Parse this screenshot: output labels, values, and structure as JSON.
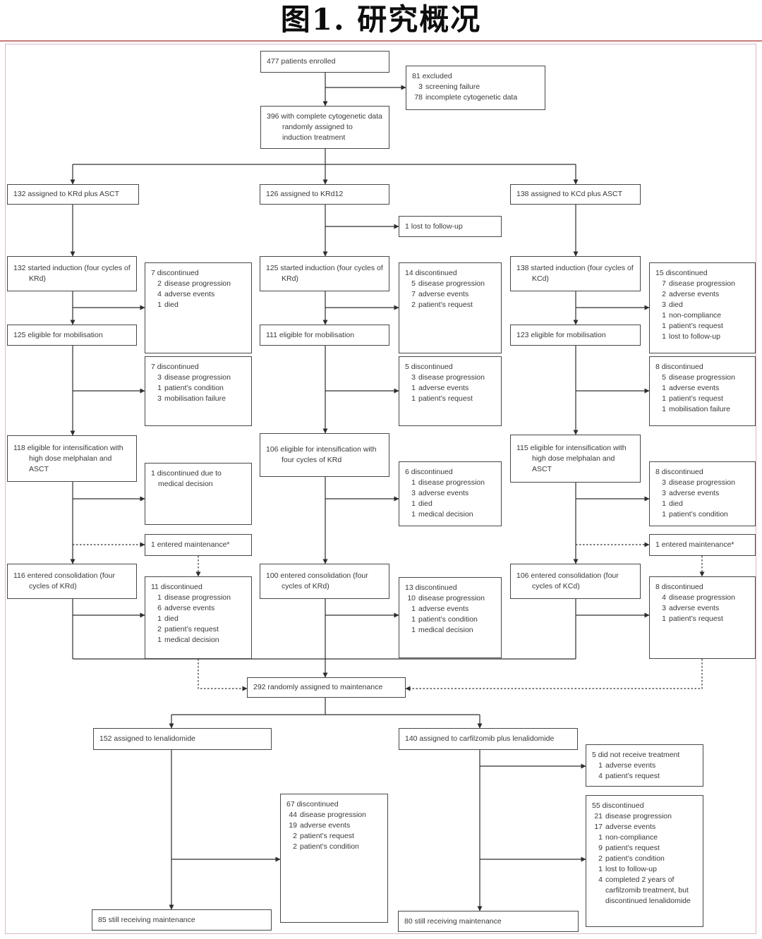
{
  "title": "图1. 研究概况",
  "colors": {
    "title_underline": "#c97c7c",
    "frame_border": "#dbb8c6",
    "box_border": "#474747",
    "text": "#383838",
    "connector": "#2d2d2d"
  },
  "boxes": {
    "enrolled": {
      "lines": [
        {
          "t": "477 patients enrolled"
        }
      ]
    },
    "excluded": {
      "lines": [
        {
          "t": "81 excluded"
        },
        {
          "n": "3",
          "t": "screening failure"
        },
        {
          "n": "78",
          "t": "incomplete cytogenetic data"
        }
      ]
    },
    "randomised": {
      "lines": [
        {
          "t": "396 with complete cytogenetic data randomly assigned to induction treatment",
          "hang": 22
        }
      ]
    },
    "armA": {
      "lines": [
        {
          "t": "132 assigned to KRd plus ASCT"
        }
      ]
    },
    "armB": {
      "lines": [
        {
          "t": "126 assigned to KRd12"
        }
      ]
    },
    "armC": {
      "lines": [
        {
          "t": "138 assigned to KCd plus ASCT"
        }
      ]
    },
    "lostfu": {
      "lines": [
        {
          "t": "1 lost to follow-up"
        }
      ]
    },
    "indA": {
      "lines": [
        {
          "t": "132 started induction (four cycles of KRd)",
          "hang": 22
        }
      ]
    },
    "indB": {
      "lines": [
        {
          "t": "125 started induction (four cycles of KRd)",
          "hang": 22
        }
      ]
    },
    "indC": {
      "lines": [
        {
          "t": "138 started induction (four cycles of KCd)",
          "hang": 22
        }
      ]
    },
    "discA1": {
      "lines": [
        {
          "t": "7 discontinued"
        },
        {
          "n": "2",
          "t": "disease progression"
        },
        {
          "n": "4",
          "t": "adverse events"
        },
        {
          "n": "1",
          "t": "died"
        }
      ]
    },
    "discB1": {
      "lines": [
        {
          "t": "14 discontinued"
        },
        {
          "n": "5",
          "t": "disease progression"
        },
        {
          "n": "7",
          "t": "adverse events"
        },
        {
          "n": "2",
          "t": "patient’s request"
        }
      ]
    },
    "discC1": {
      "lines": [
        {
          "t": "15 discontinued"
        },
        {
          "n": "7",
          "t": "disease progression"
        },
        {
          "n": "2",
          "t": "adverse events"
        },
        {
          "n": "3",
          "t": "died"
        },
        {
          "n": "1",
          "t": "non-compliance"
        },
        {
          "n": "1",
          "t": "patient’s request"
        },
        {
          "n": "1",
          "t": "lost to follow-up"
        }
      ]
    },
    "mobA": {
      "lines": [
        {
          "t": "125 eligible for mobilisation"
        }
      ]
    },
    "mobB": {
      "lines": [
        {
          "t": "111 eligible for mobilisation"
        }
      ]
    },
    "mobC": {
      "lines": [
        {
          "t": "123 eligible for mobilisation"
        }
      ]
    },
    "discA2": {
      "lines": [
        {
          "t": "7 discontinued"
        },
        {
          "n": "3",
          "t": "disease progression"
        },
        {
          "n": "1",
          "t": "patient’s condition"
        },
        {
          "n": "3",
          "t": "mobilisation failure"
        }
      ]
    },
    "discB2": {
      "lines": [
        {
          "t": "5 discontinued"
        },
        {
          "n": "3",
          "t": "disease progression"
        },
        {
          "n": "1",
          "t": "adverse events"
        },
        {
          "n": "1",
          "t": "patient’s request"
        }
      ]
    },
    "discC2": {
      "lines": [
        {
          "t": "8 discontinued"
        },
        {
          "n": "5",
          "t": "disease progression"
        },
        {
          "n": "1",
          "t": "adverse events"
        },
        {
          "n": "1",
          "t": "patient’s request"
        },
        {
          "n": "1",
          "t": "mobilisation failure"
        }
      ]
    },
    "intA": {
      "lines": [
        {
          "t": "118 eligible for intensification with high dose melphalan and ASCT",
          "hang": 22
        }
      ]
    },
    "intB": {
      "lines": [
        {
          "t": "106 eligible for intensification with four cycles of KRd",
          "hang": 22
        }
      ]
    },
    "intC": {
      "lines": [
        {
          "t": "115 eligible for intensification with high dose melphalan and ASCT",
          "hang": 22
        }
      ]
    },
    "discA3": {
      "lines": [
        {
          "t": "1 discontinued due to medical decision",
          "hang": 10
        }
      ]
    },
    "discB3": {
      "lines": [
        {
          "t": "6 discontinued"
        },
        {
          "n": "1",
          "t": "disease progression"
        },
        {
          "n": "3",
          "t": "adverse events"
        },
        {
          "n": "1",
          "t": "died"
        },
        {
          "n": "1",
          "t": "medical decision"
        }
      ]
    },
    "discC3": {
      "lines": [
        {
          "t": "8 discontinued"
        },
        {
          "n": "3",
          "t": "disease progression"
        },
        {
          "n": "3",
          "t": "adverse events"
        },
        {
          "n": "1",
          "t": "died"
        },
        {
          "n": "1",
          "t": "patient’s condition"
        }
      ]
    },
    "maintA1": {
      "lines": [
        {
          "t": "1 entered maintenance*"
        }
      ]
    },
    "maintC1": {
      "lines": [
        {
          "t": "1 entered maintenance*"
        }
      ]
    },
    "consA": {
      "lines": [
        {
          "t": "116 entered consolidation (four cycles of KRd)",
          "hang": 22
        }
      ]
    },
    "consB": {
      "lines": [
        {
          "t": "100 entered consolidation (four cycles of KRd)",
          "hang": 22
        }
      ]
    },
    "consC": {
      "lines": [
        {
          "t": "106 entered consolidation (four cycles of KCd)",
          "hang": 22
        }
      ]
    },
    "discA4": {
      "lines": [
        {
          "t": "11 discontinued"
        },
        {
          "n": "1",
          "t": "disease progression"
        },
        {
          "n": "6",
          "t": "adverse events"
        },
        {
          "n": "1",
          "t": "died"
        },
        {
          "n": "2",
          "t": "patient’s request"
        },
        {
          "n": "1",
          "t": "medical decision"
        }
      ]
    },
    "discB4": {
      "lines": [
        {
          "t": "13 discontinued"
        },
        {
          "n": "10",
          "t": "disease progression"
        },
        {
          "n": "1",
          "t": "adverse events"
        },
        {
          "n": "1",
          "t": "patient’s condition"
        },
        {
          "n": "1",
          "t": "medical decision"
        }
      ]
    },
    "discC4": {
      "lines": [
        {
          "t": "8 discontinued"
        },
        {
          "n": "4",
          "t": "disease progression"
        },
        {
          "n": "3",
          "t": "adverse events"
        },
        {
          "n": "1",
          "t": "patient’s request"
        }
      ]
    },
    "maint292": {
      "lines": [
        {
          "t": "292 randomly assigned to maintenance"
        }
      ]
    },
    "lenArm": {
      "lines": [
        {
          "t": "152 assigned to lenalidomide"
        }
      ]
    },
    "carfArm": {
      "lines": [
        {
          "t": "140 assigned to carfilzomib plus lenalidomide"
        }
      ]
    },
    "noTreat": {
      "lines": [
        {
          "t": "5 did not receive treatment"
        },
        {
          "n": "1",
          "t": "adverse events"
        },
        {
          "n": "4",
          "t": "patient’s request"
        }
      ]
    },
    "disc67": {
      "lines": [
        {
          "t": "67 discontinued"
        },
        {
          "n": "44",
          "t": "disease progression"
        },
        {
          "n": "19",
          "t": "adverse events"
        },
        {
          "n": "2",
          "t": "patient’s request"
        },
        {
          "n": "2",
          "t": "patient’s condition"
        }
      ]
    },
    "disc55": {
      "lines": [
        {
          "t": "55 discontinued"
        },
        {
          "n": "21",
          "t": "disease progression"
        },
        {
          "n": "17",
          "t": "adverse events"
        },
        {
          "n": "1",
          "t": "non-compliance"
        },
        {
          "n": "9",
          "t": "patient’s request"
        },
        {
          "n": "2",
          "t": "patient’s condition"
        },
        {
          "n": "1",
          "t": "lost to follow-up"
        },
        {
          "n": "4",
          "t": "completed 2 years of carfilzomib treatment, but discontinued lenalidomide"
        }
      ]
    },
    "stillLen": {
      "lines": [
        {
          "t": "85 still receiving maintenance"
        }
      ]
    },
    "stillCarf": {
      "lines": [
        {
          "t": "80 still receiving maintenance"
        }
      ]
    }
  }
}
